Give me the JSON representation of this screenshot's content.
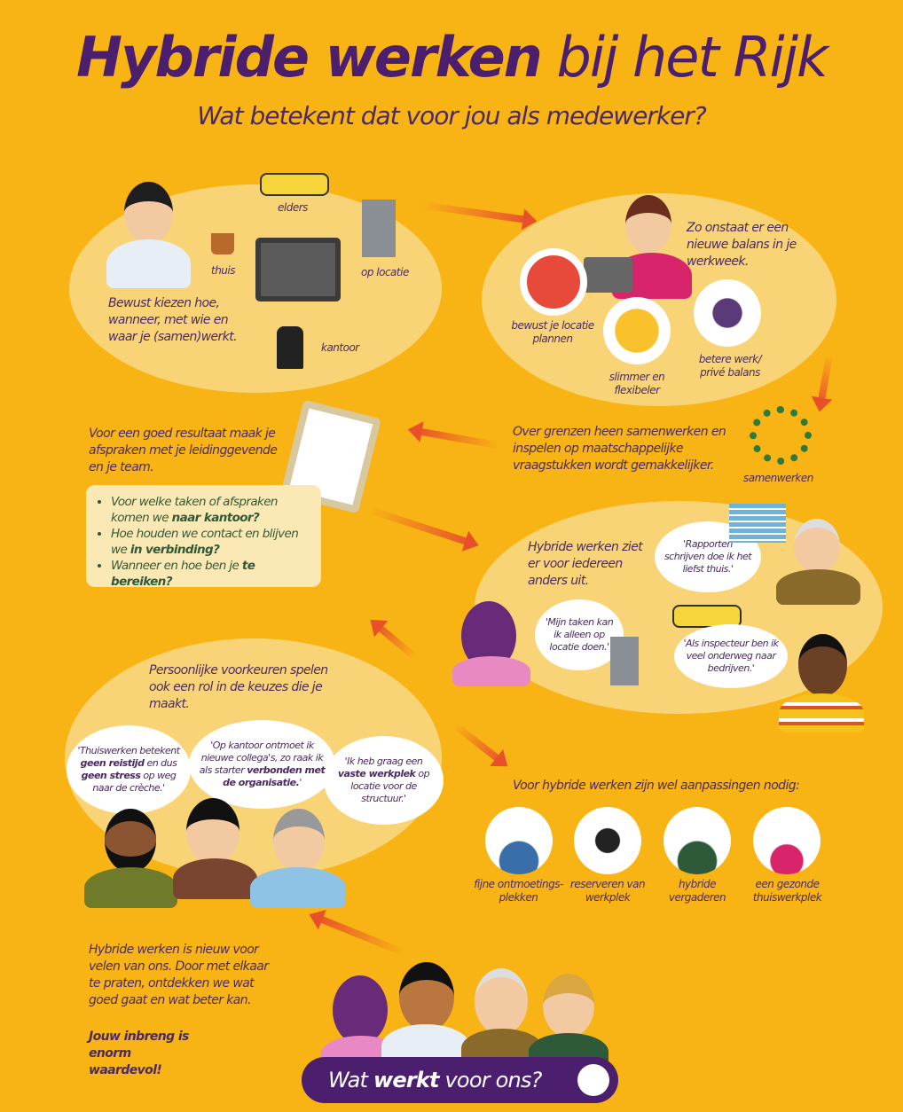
{
  "title": {
    "bold": "Hybride werken",
    "light": "bij het Rijk"
  },
  "subtitle": "Wat betekent dat voor jou als medewerker?",
  "colors": {
    "background": "#f8b414",
    "ellipse": "#f9d477",
    "purple": "#4b2a63",
    "arrow": "#e8502a",
    "green": "#2f5a3a"
  },
  "s1": {
    "text": "Bewust kiezen hoe, wanneer, met wie en waar je (samen)werkt.",
    "labels": {
      "elders": "elders",
      "thuis": "thuis",
      "op_locatie": "op locatie",
      "kantoor": "kantoor"
    }
  },
  "s2": {
    "text": "Zo onstaat er een nieuwe balans in je werkweek.",
    "labels": {
      "plannen": "bewust je locatie plannen",
      "slimmer": "slimmer en flexibeler",
      "balans": "betere werk/ privé balans"
    }
  },
  "s3": {
    "text": "Over grenzen heen samenwerken en inspelen op maatschappelijke vraagstukken wordt gemakkelijker.",
    "label": "samenwerken"
  },
  "s4": {
    "text": "Voor een goed resultaat maak je afspraken met je leidinggevende en je team.",
    "bullets": [
      [
        "Voor welke taken of afspraken komen we ",
        "naar kantoor?"
      ],
      [
        "Hoe houden we contact en blijven we ",
        "in verbinding?"
      ],
      [
        "Wanneer en hoe ben je ",
        "te bereiken?"
      ]
    ]
  },
  "s5": {
    "text": "Hybride werken ziet er voor iedereen anders uit.",
    "quotes": [
      "'Rapporten schrijven doe ik het liefst thuis.'",
      "'Mijn taken kan ik alleen op locatie doen.'",
      "'Als inspecteur ben ik veel onderweg naar bedrijven.'"
    ]
  },
  "s6": {
    "text": "Persoonlijke voorkeuren spelen ook een rol in de keuzes die je maakt.",
    "quotes": [
      [
        "'Thuiswerken betekent ",
        "geen reistijd",
        " en dus ",
        "geen stress",
        " op weg naar de crèche.'"
      ],
      [
        "'Op kantoor ontmoet ik nieuwe collega's, zo raak ik als starter ",
        "verbonden met de organisatie.",
        "'"
      ],
      [
        "'Ik heb graag een ",
        "vaste werkplek",
        " op locatie voor de structuur.'"
      ]
    ]
  },
  "s7": {
    "text": "Voor hybride werken zijn wel aanpassingen nodig:",
    "items": [
      "fijne ontmoetings-plekken",
      "reserveren van werkplek",
      "hybride vergaderen",
      "een gezonde thuiswerkplek"
    ]
  },
  "s8": {
    "text": "Hybride werken is nieuw voor velen van ons. Door met elkaar te praten, ontdekken we wat goed gaat en wat beter kan.",
    "bold": "Jouw inbreng is enorm waardevol!"
  },
  "cta": {
    "pre": "Wat ",
    "bold": "werkt",
    "post": " voor ons?"
  }
}
